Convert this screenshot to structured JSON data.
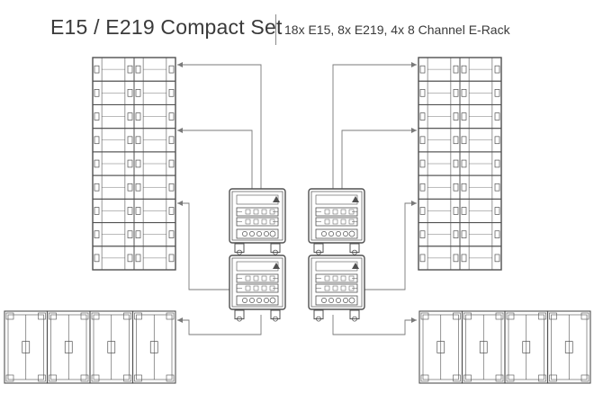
{
  "header": {
    "title": "E15 / E219 Compact Set",
    "subtitle": "18x E15, 8x E219, 4x 8 Channel E-Rack"
  },
  "system": {
    "e15_per_column": 9,
    "e15_columns_per_array": 2,
    "e219_per_cluster": 4,
    "rack_stacks": 2,
    "racks_per_stack": 2
  },
  "colors": {
    "line": "#505050",
    "connector": "#7a7a7a",
    "fill": "#ffffff"
  }
}
